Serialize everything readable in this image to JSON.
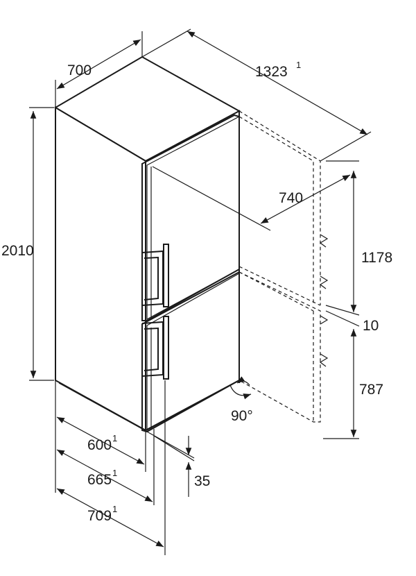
{
  "dimensions": {
    "width": "700",
    "depth_open": "1323",
    "depth_open_note": "1",
    "height": "2010",
    "door_clearance": "740",
    "upper_door": "1178",
    "door_gap": "10",
    "lower_door": "787",
    "door_angle": "90°",
    "depth_body": "600",
    "depth_body_note": "1",
    "depth_door": "665",
    "depth_door_note": "1",
    "depth_handle": "709",
    "depth_handle_note": "1",
    "wall_distance": "35"
  },
  "icons": [
    "fridge-freezer-outline",
    "dimension-arrow",
    "rotation-arrow"
  ]
}
